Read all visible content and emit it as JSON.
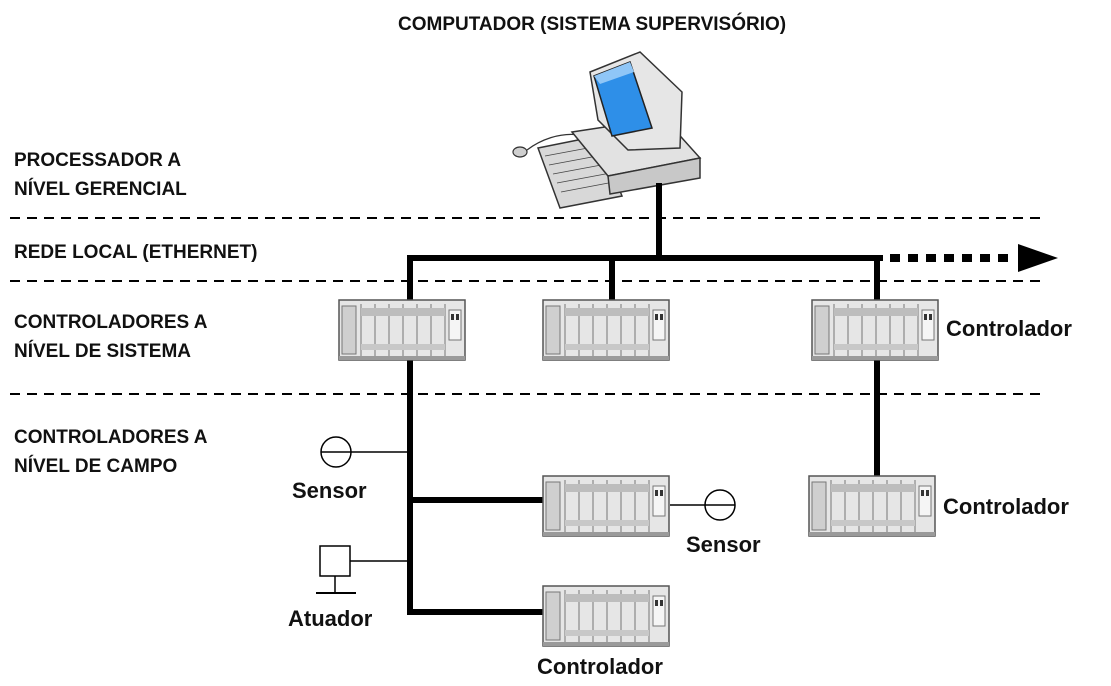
{
  "title": "COMPUTADOR (SISTEMA SUPERVISÓRIO)",
  "levels": {
    "management": [
      "PROCESSADOR A",
      "NÍVEL GERENCIAL"
    ],
    "network": "REDE LOCAL (ETHERNET)",
    "system": [
      "CONTROLADORES A",
      "NÍVEL DE SISTEMA"
    ],
    "field": [
      "CONTROLADORES A",
      "NÍVEL DE CAMPO"
    ]
  },
  "devices": {
    "controller_label": "Controlador",
    "sensor_label": "Sensor",
    "actuator_label": "Atuador"
  },
  "colors": {
    "line": "#000000",
    "screen": "#2e8fe8",
    "plc_body": "#e6e6e6",
    "plc_shadow": "#9a9a9a"
  }
}
